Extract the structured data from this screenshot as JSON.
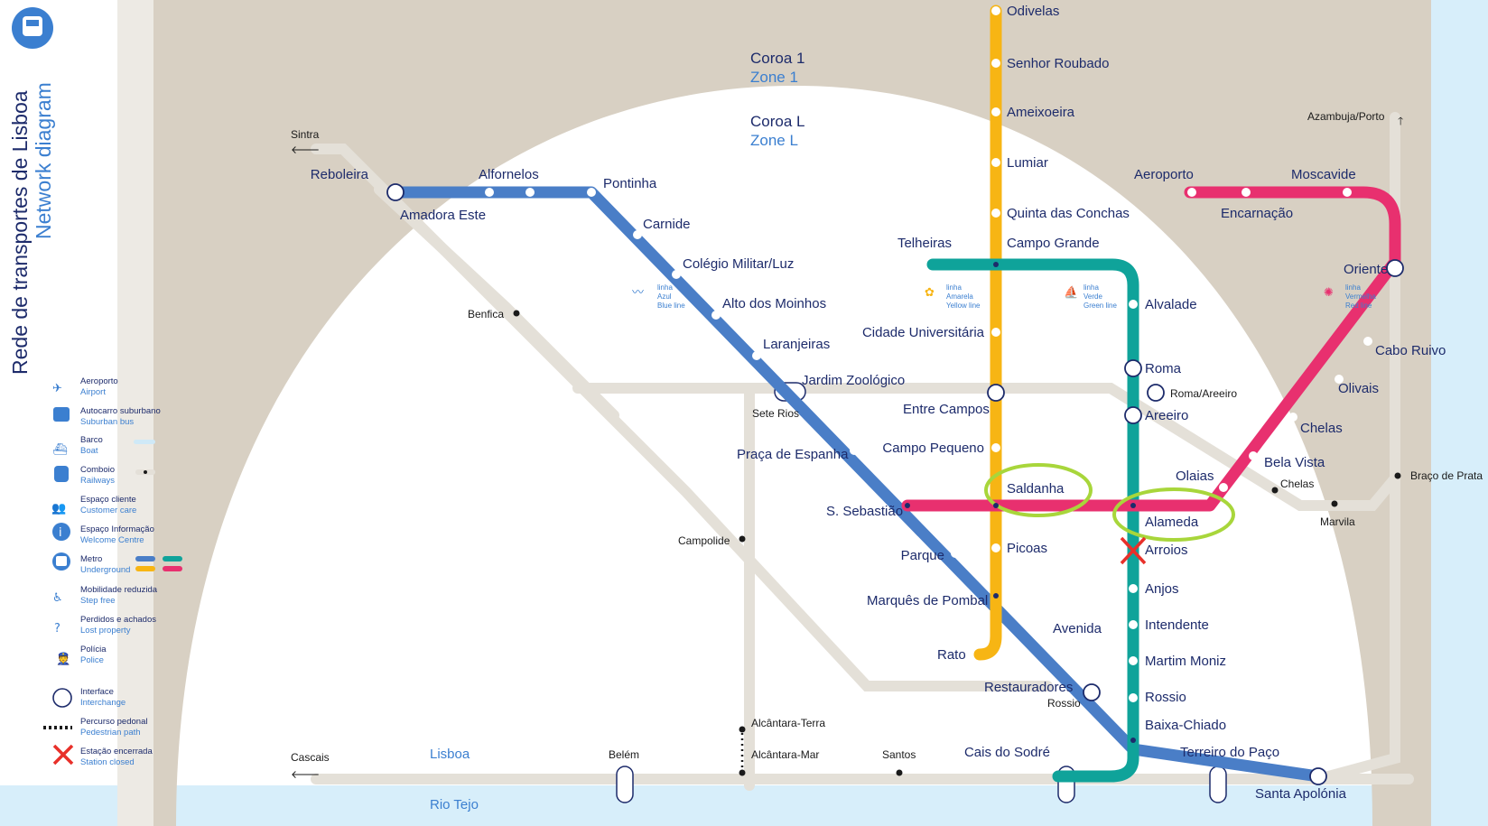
{
  "title": {
    "pt": "Rede de transportes de Lisboa",
    "en": "Network diagram"
  },
  "zones": [
    {
      "pt": "Coroa 1",
      "en": "Zone 1"
    },
    {
      "pt": "Coroa L",
      "en": "Zone L"
    }
  ],
  "colors": {
    "blue": "#4a7ec7",
    "yellow": "#f7b514",
    "green": "#0fa39a",
    "red": "#e8306f",
    "rail": "#e4e0d8",
    "zone_band": "#d8d0c3",
    "navy": "#1d2b6b",
    "highlight": "#a8d63b",
    "closed": "#e8302a",
    "river": "#cfe9f7"
  },
  "lines": {
    "azul": {
      "pt": "Linha Azul",
      "en": "Blue line",
      "short_pt": "Azul",
      "tag": "linha"
    },
    "amarela": {
      "pt": "Linha Amarela",
      "en": "Yellow line",
      "short_pt": "Amarela",
      "tag": "linha"
    },
    "verde": {
      "pt": "Linha Verde",
      "en": "Green line",
      "short_pt": "Verde",
      "tag": "linha"
    },
    "vermelha": {
      "pt": "Linha Vermelha",
      "en": "Red line",
      "short_pt": "Vermelha",
      "tag": "linha"
    }
  },
  "stations": {
    "odivelas": "Odivelas",
    "senhor_roubado": "Senhor Roubado",
    "ameixoeira": "Ameixoeira",
    "lumiar": "Lumiar",
    "quinta_conchas": "Quinta das Conchas",
    "campo_grande": "Campo Grande",
    "telheiras": "Telheiras",
    "cidade_universitaria": "Cidade Universitária",
    "entre_campos": "Entre Campos",
    "campo_pequeno": "Campo Pequeno",
    "saldanha": "Saldanha",
    "picoas": "Picoas",
    "marques_pombal": "Marquês de Pombal",
    "rato": "Rato",
    "reboleira": "Reboleira",
    "amadora_este": "Amadora Este",
    "alfornelos": "Alfornelos",
    "pontinha": "Pontinha",
    "carnide": "Carnide",
    "colegio_militar": "Colégio Militar/Luz",
    "alto_moinhos": "Alto dos Moinhos",
    "laranjeiras": "Laranjeiras",
    "jardim_zoologico": "Jardim Zoológico",
    "praca_espanha": "Praça de Espanha",
    "s_sebastiao": "S. Sebastião",
    "parque": "Parque",
    "avenida": "Avenida",
    "restauradores": "Restauradores",
    "baixa_chiado": "Baixa-Chiado",
    "terreiro_paco": "Terreiro do Paço",
    "santa_apolonia": "Santa Apolónia",
    "alvalade": "Alvalade",
    "roma": "Roma",
    "areeiro": "Areeiro",
    "alameda": "Alameda",
    "arroios": "Arroios",
    "anjos": "Anjos",
    "intendente": "Intendente",
    "martim_moniz": "Martim Moniz",
    "rossio": "Rossio",
    "cais_sodre": "Cais do Sodré",
    "aeroporto": "Aeroporto",
    "encarnacao": "Encarnação",
    "moscavide": "Moscavide",
    "oriente": "Oriente",
    "cabo_ruivo": "Cabo Ruivo",
    "olivais": "Olivais",
    "chelas": "Chelas",
    "bela_vista": "Bela Vista",
    "olaias": "Olaias"
  },
  "rail_places": {
    "sintra": "Sintra",
    "benfica": "Benfica",
    "sete_rios": "Sete Rios",
    "campolide": "Campolide",
    "alcantara_terra": "Alcântara-Terra",
    "alcantara_mar": "Alcântara-Mar",
    "santos": "Santos",
    "belem": "Belém",
    "cascais": "Cascais",
    "rossio": "Rossio",
    "roma_areeiro": "Roma/Areeiro",
    "chelas": "Chelas",
    "marvila": "Marvila",
    "braco_prata": "Braço de Prata",
    "azambuja_porto": "Azambuja/Porto"
  },
  "water": {
    "lisboa": "Lisboa",
    "rio_tejo": "Rio Tejo"
  },
  "legend": [
    {
      "pt": "Aeroporto",
      "en": "Airport",
      "icon": "airplane-icon"
    },
    {
      "pt": "Autocarro suburbano",
      "en": "Suburban bus",
      "icon": "bus-icon"
    },
    {
      "pt": "Barco",
      "en": "Boat",
      "icon": "boat-icon"
    },
    {
      "pt": "Comboio",
      "en": "Railways",
      "icon": "train-icon"
    },
    {
      "pt": "Espaço cliente",
      "en": "Customer care",
      "icon": "customer-care-icon"
    },
    {
      "pt": "Espaço Informação",
      "en": "Welcome Centre",
      "icon": "info-icon"
    },
    {
      "pt": "Metro",
      "en": "Underground",
      "icon": "metro-icon"
    },
    {
      "pt": "Mobilidade reduzida",
      "en": "Step free",
      "icon": "wheelchair-icon"
    },
    {
      "pt": "Perdidos e achados",
      "en": "Lost property",
      "icon": "lost-property-icon"
    },
    {
      "pt": "Polícia",
      "en": "Police",
      "icon": "police-icon"
    },
    {
      "pt": "Interface",
      "en": "Interchange",
      "icon": "interchange-icon"
    },
    {
      "pt": "Percurso pedonal",
      "en": "Pedestrian path",
      "icon": "pedestrian-path-icon"
    },
    {
      "pt": "Estação encerrada",
      "en": "Station closed",
      "icon": "closed-station-icon"
    }
  ]
}
